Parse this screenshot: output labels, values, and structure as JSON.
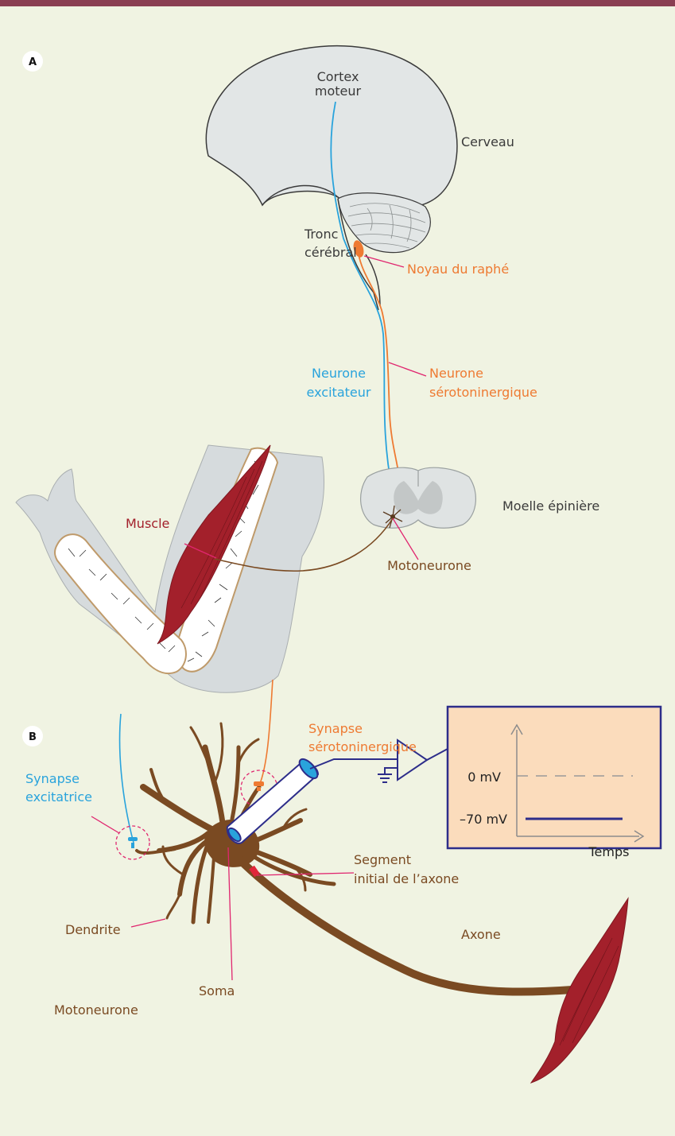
{
  "colors": {
    "background": "#f0f3e2",
    "top_bar": "#8a3e52",
    "brain_fill": "#e2e6e6",
    "outline": "#3a3a3a",
    "excitatory": "#29a3dc",
    "serotonergic": "#ee7a32",
    "leader": "#e0266f",
    "muscle": "#a3202b",
    "neuron": "#7a4a22",
    "recording": "#2d2d8a",
    "scope_fill": "#fbdcbc"
  },
  "panel_a": {
    "letter": "A",
    "labels": {
      "cortex_line1": "Cortex",
      "cortex_line2": "moteur",
      "cerveau": "Cerveau",
      "tronc_line1": "Tronc",
      "tronc_line2": "cérébral",
      "noyau": "Noyau du raphé",
      "neurone_exc_line1": "Neurone",
      "neurone_exc_line2": "excitateur",
      "neurone_ser_line1": "Neurone",
      "neurone_ser_line2": "sérotoninergique",
      "moelle": "Moelle épinière",
      "muscle": "Muscle",
      "motoneurone": "Motoneurone"
    }
  },
  "panel_b": {
    "letter": "B",
    "labels": {
      "syn_ser_line1": "Synapse",
      "syn_ser_line2": "sérotoninergique",
      "syn_exc_line1": "Synapse",
      "syn_exc_line2": "excitatrice",
      "dendrite": "Dendrite",
      "segment_line1": "Segment",
      "segment_line2": "initial de l’axone",
      "axone": "Axone",
      "soma": "Soma",
      "motoneurone": "Motoneurone"
    },
    "oscilloscope": {
      "top_level": "0 mV",
      "resting_level": "–70 mV",
      "time_axis": "Temps"
    }
  }
}
